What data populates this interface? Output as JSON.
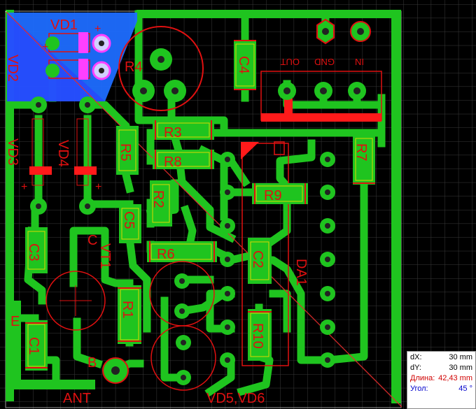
{
  "components": {
    "VD1": "VD1",
    "VD2": "VD2",
    "VD3": "VD3",
    "VD4": "VD4",
    "R4": "R4",
    "C4": "C4",
    "R3": "R3",
    "R8": "R8",
    "R5": "R5",
    "R7": "R7",
    "R9": "R9",
    "R2": "R2",
    "C5": "C5",
    "C3": "C3",
    "C": "C",
    "VT1": "VT1",
    "R6": "R6",
    "C2": "C2",
    "DA1": "DA1",
    "R1": "R1",
    "R10": "R10",
    "E": "E",
    "C1": "C1",
    "B": "B",
    "ANT": "ANT",
    "VD5VD6": "VD5,VD6"
  },
  "regulator_pins": {
    "out": "OUT",
    "gnd": "GND",
    "in": "IN"
  },
  "polarity": {
    "plus": "+"
  },
  "measure": {
    "dx_label": "dX:",
    "dx_value": "30 mm",
    "dy_label": "dY:",
    "dy_value": "30 mm",
    "len_label": "Длина:",
    "len_value": "42,43 mm",
    "angle_label": "Угол:",
    "angle_value": "45 °"
  },
  "colors": {
    "background": "#000000",
    "copper": "#1fc41f",
    "silk_red": "#e01010",
    "pad_hole": "#222222",
    "component_yellow": "#d8d800",
    "via_pink": "#ff40ff",
    "select_blue": "#1e6dff"
  }
}
